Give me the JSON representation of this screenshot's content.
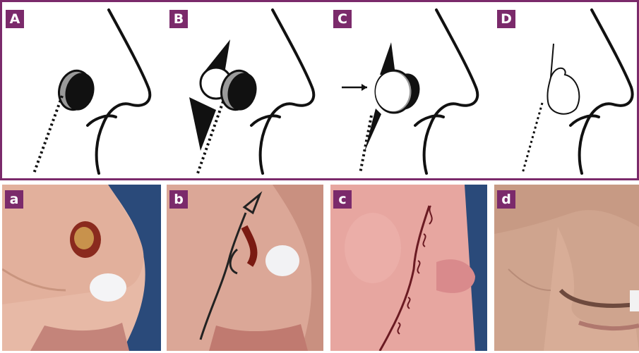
{
  "figure": {
    "accent_color": "#7b2a6b",
    "drawings": [
      {
        "label": "A",
        "name": "drawing-a"
      },
      {
        "label": "B",
        "name": "drawing-b"
      },
      {
        "label": "C",
        "name": "drawing-c"
      },
      {
        "label": "D",
        "name": "drawing-d"
      }
    ],
    "photos": [
      {
        "label": "a",
        "name": "photo-a"
      },
      {
        "label": "b",
        "name": "photo-b"
      },
      {
        "label": "c",
        "name": "photo-c"
      },
      {
        "label": "d",
        "name": "photo-d"
      }
    ]
  }
}
